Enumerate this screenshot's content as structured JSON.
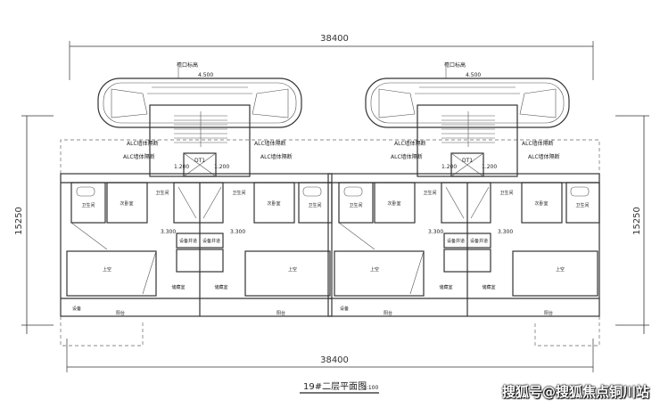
{
  "dimensions": {
    "top_width": "38400",
    "bottom_width": "38400",
    "left_depth": "15250",
    "right_depth": "15250"
  },
  "title": {
    "text": "19#二层平面图",
    "scale": "1:100"
  },
  "module": {
    "elev_roof": "4.500",
    "elev_floor_left": "3.300",
    "elev_floor_right": "3.300",
    "roof_note": "檐口标高",
    "alc_wall": "ALC墙体隔断",
    "alc_wall_top": "ALC墙体隔断",
    "elevator": "DT1",
    "elev_mark": "1.200",
    "pipe_room": "设备井道",
    "bathroom": "卫生间",
    "bedroom": "次卧室",
    "void": "上空",
    "storage": "储藏室",
    "balcony": "阳台",
    "equipment": "设备"
  },
  "watermark": "搜狐号@搜狐焦点铜川站"
}
